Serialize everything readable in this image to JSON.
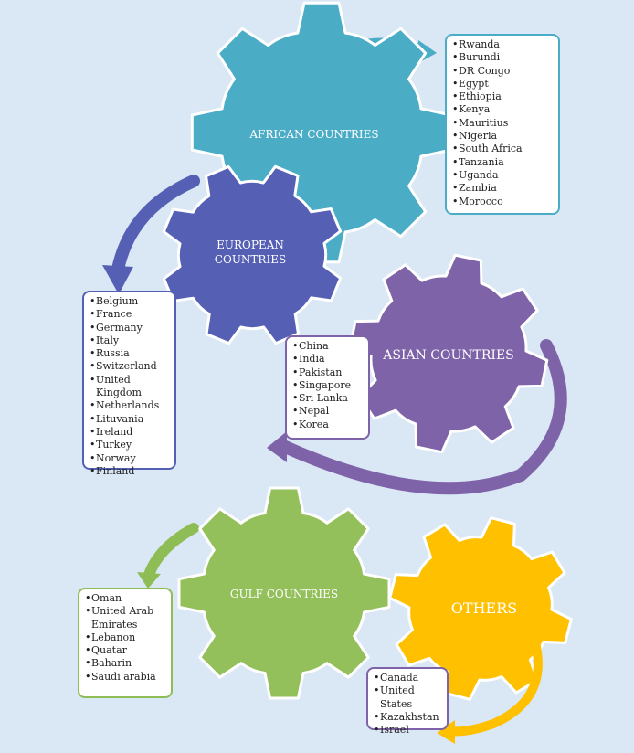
{
  "colors": {
    "background": "#dae7f5",
    "african": "#4bacc6",
    "european": "#5560b5",
    "asian": "#7e63a8",
    "gulf": "#93c05a",
    "others": "#ffc000"
  },
  "gears": {
    "african": {
      "label": "AFRICAN COUNTRIES"
    },
    "european": {
      "label_line1": "EUROPEAN",
      "label_line2": "COUNTRIES"
    },
    "asian": {
      "label": "ASIAN COUNTRIES"
    },
    "gulf": {
      "label": "GULF COUNTRIES"
    },
    "others": {
      "label": "OTHERS"
    }
  },
  "lists": {
    "african": [
      "Rwanda",
      "Burundi",
      "DR Congo",
      "Egypt",
      "Ethiopia",
      "Kenya",
      "Mauritius",
      "Nigeria",
      "South Africa",
      "Tanzania",
      "Uganda",
      "Zambia",
      "Morocco"
    ],
    "european": [
      "Belgium",
      "France",
      "Germany",
      "Italy",
      "Russia",
      "Switzerland",
      "United Kingdom",
      "Netherlands",
      "Lituvania",
      "Ireland",
      "Turkey",
      "Norway",
      "Finland"
    ],
    "asian": [
      "China",
      "India",
      "Pakistan",
      "Singapore",
      "Sri Lanka",
      "Nepal",
      "Korea"
    ],
    "gulf": [
      "Oman",
      "United Arab Emirates",
      "Lebanon",
      "Quatar",
      "Baharin",
      "Saudi arabia"
    ],
    "others": [
      "Canada",
      "United States",
      "Kazakhstan",
      "Israel"
    ]
  }
}
